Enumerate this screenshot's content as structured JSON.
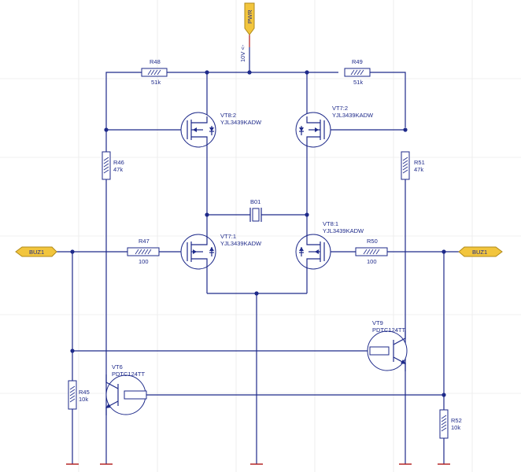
{
  "power": {
    "port_label": "PWR",
    "voltage_label": "10V <-"
  },
  "ports": {
    "left_label": "BUZ1",
    "right_label": "BUZ1"
  },
  "resistors": {
    "R48": {
      "ref": "R48",
      "value": "51k"
    },
    "R49": {
      "ref": "R49",
      "value": "51k"
    },
    "R46": {
      "ref": "R46",
      "value": "47k"
    },
    "R51": {
      "ref": "R51",
      "value": "47k"
    },
    "R47": {
      "ref": "R47",
      "value": "100"
    },
    "R50": {
      "ref": "R50",
      "value": "100"
    },
    "R45": {
      "ref": "R45",
      "value": "10k"
    },
    "R52": {
      "ref": "R52",
      "value": "10k"
    }
  },
  "transistors": {
    "VT8_2": {
      "ref": "VT8:2",
      "part": "YJL3439KADW"
    },
    "VT7_2": {
      "ref": "VT7:2",
      "part": "YJL3439KADW"
    },
    "VT7_1": {
      "ref": "VT7:1",
      "part": "YJL3439KADW"
    },
    "VT8_1": {
      "ref": "VT8:1",
      "part": "YJL3439KADW"
    },
    "VT9": {
      "ref": "VT9",
      "part": "PDTC124TT"
    },
    "VT6": {
      "ref": "VT6",
      "part": "PDTC124TT"
    }
  },
  "buzzer": {
    "ref": "B01"
  },
  "colors": {
    "wire": "#1e2a8a",
    "ground": "#b01818",
    "port_fill": "#f2c53d"
  }
}
